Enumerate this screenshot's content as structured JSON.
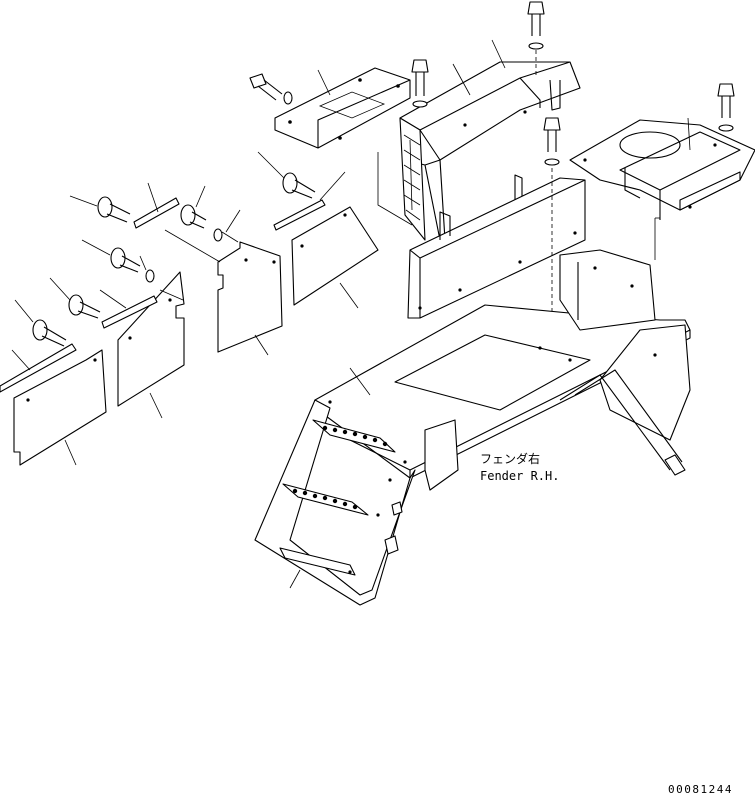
{
  "diagram": {
    "labels": {
      "fender_jp": "フェンダ右",
      "fender_en": "Fender R.H."
    },
    "drawing_code": "00081244"
  }
}
